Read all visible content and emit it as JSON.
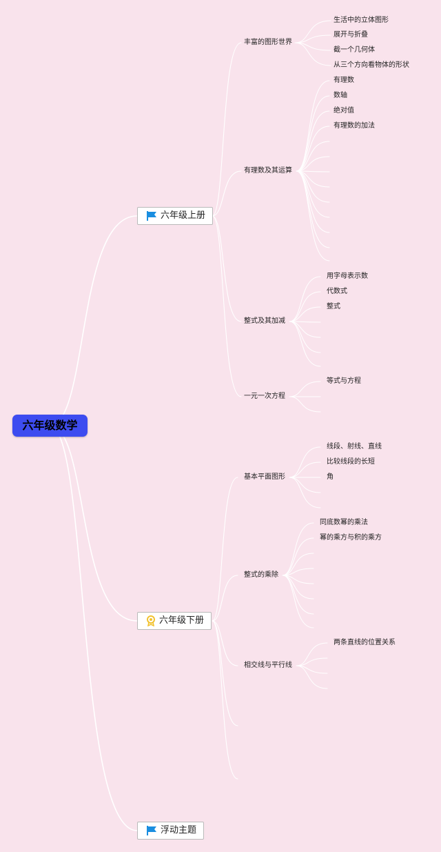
{
  "root": {
    "label": "六年级数学"
  },
  "branches": {
    "grade6_upper": {
      "label": "六年级上册",
      "icon": "blue-flag-icon",
      "topics": [
        {
          "label": "丰富的图形世界",
          "items": [
            "生活中的立体图形",
            "展开与折叠",
            "截一个几何体",
            "从三个方向看物体的形状"
          ]
        },
        {
          "label": "有理数及其运算",
          "items": [
            "有理数",
            "数轴",
            "绝对值",
            "有理数的加法"
          ]
        },
        {
          "label": "整式及其加减",
          "items": [
            "用字母表示数",
            "代数式",
            "整式"
          ]
        },
        {
          "label": "一元一次方程",
          "items": [
            "等式与方程"
          ]
        }
      ]
    },
    "grade6_lower": {
      "label": "六年级下册",
      "icon": "award-ribbon-icon",
      "topics": [
        {
          "label": "基本平面图形",
          "items": [
            "线段、射线、直线",
            "比较线段的长短",
            "角"
          ]
        },
        {
          "label": "整式的乘除",
          "items": [
            "同底数幂的乘法",
            "幂的乘方与积的乘方"
          ]
        },
        {
          "label": "相交线与平行线",
          "items": [
            "两条直线的位置关系"
          ]
        }
      ]
    },
    "floating": {
      "label": "浮动主题",
      "icon": "blue-flag-icon"
    }
  },
  "colors": {
    "background": "#f9e3ec",
    "root": "#3d4cf0",
    "flag": "#1a8ee0",
    "ribbon": "#f2c230",
    "line": "#ffffff"
  }
}
